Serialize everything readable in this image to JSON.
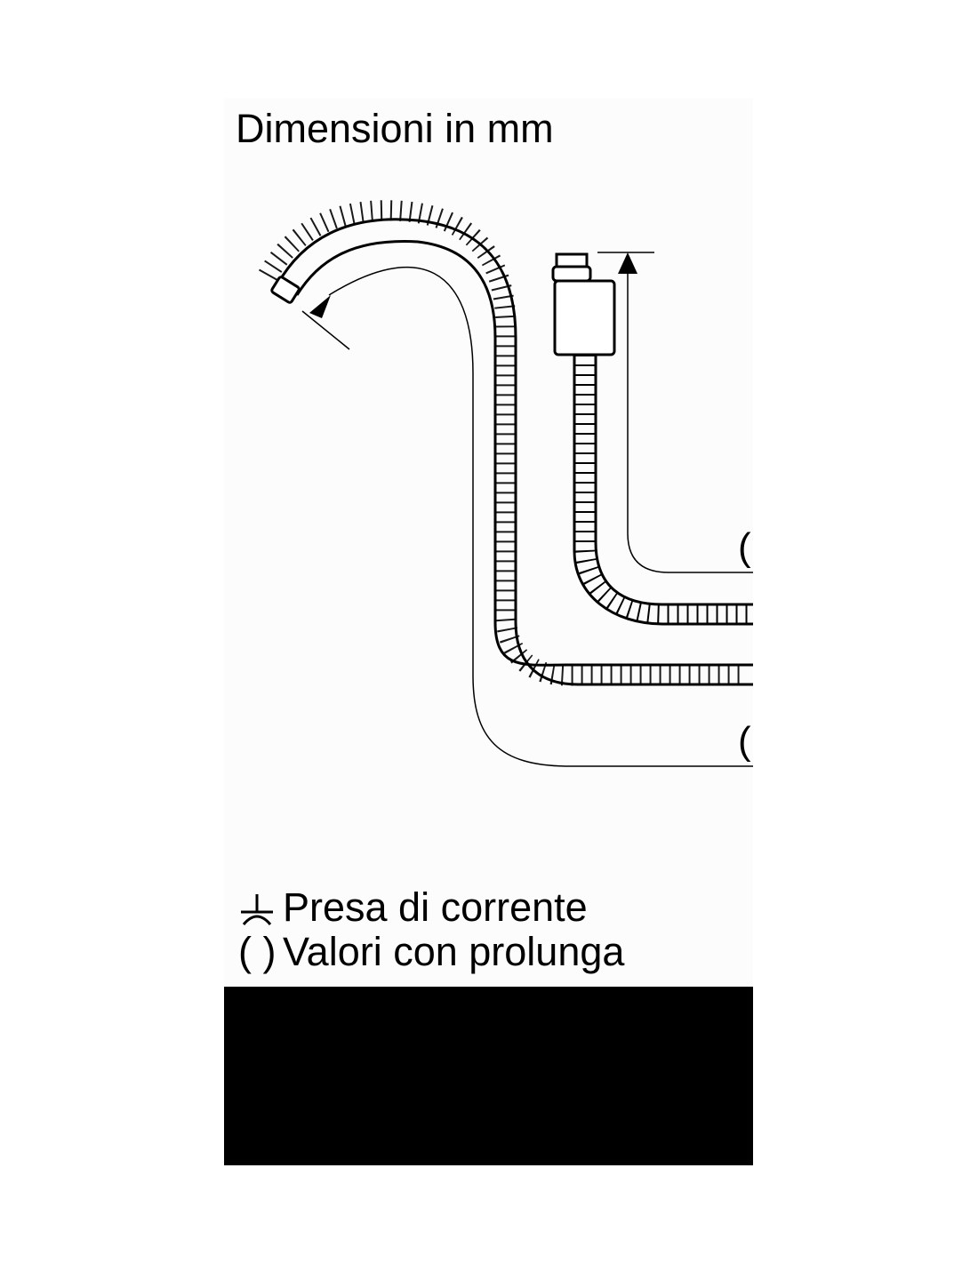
{
  "title": "Dimensioni in mm",
  "legend": [
    {
      "icon": "power-socket-icon",
      "label": "Presa di corrente"
    },
    {
      "symbol": "( )",
      "label": "Valori con prolunga"
    }
  ],
  "dimension_marks": [
    "(",
    "("
  ],
  "colors": {
    "ink": "#000000",
    "panel": "#fcfcfc",
    "bar": "#000000"
  }
}
